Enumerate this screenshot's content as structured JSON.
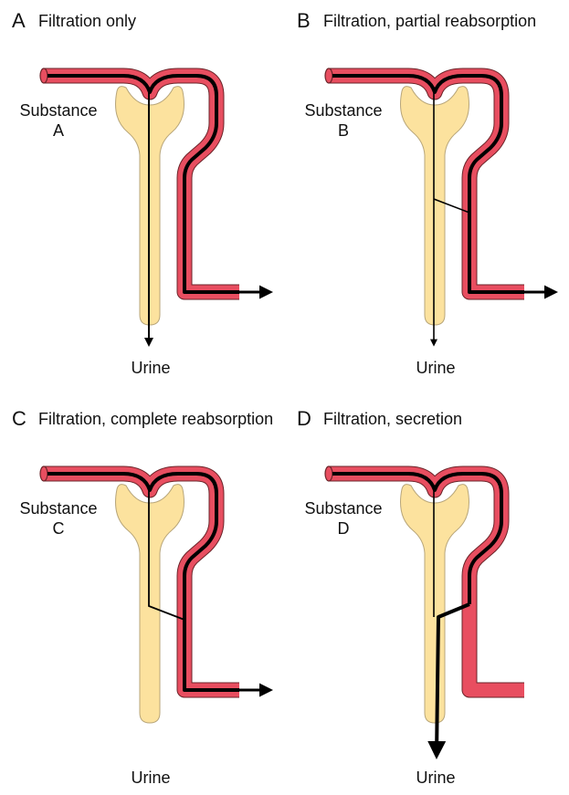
{
  "colors": {
    "tubule_fill": "#fce29e",
    "tubule_stroke": "#b8a67a",
    "vessel_fill": "#e84e60",
    "vessel_stroke": "#6a2328",
    "flow_line": "#000000"
  },
  "panels": [
    {
      "letter": "A",
      "title": "Filtration only",
      "substance_word": "Substance",
      "substance_letter": "A",
      "urine_label": "Urine"
    },
    {
      "letter": "B",
      "title": "Filtration, partial reabsorption",
      "substance_word": "Substance",
      "substance_letter": "B",
      "urine_label": "Urine"
    },
    {
      "letter": "C",
      "title": "Filtration, complete reabsorption",
      "substance_word": "Substance",
      "substance_letter": "C",
      "urine_label": "Urine"
    },
    {
      "letter": "D",
      "title": "Filtration, secretion",
      "substance_word": "Substance",
      "substance_letter": "D",
      "urine_label": "Urine"
    }
  ]
}
